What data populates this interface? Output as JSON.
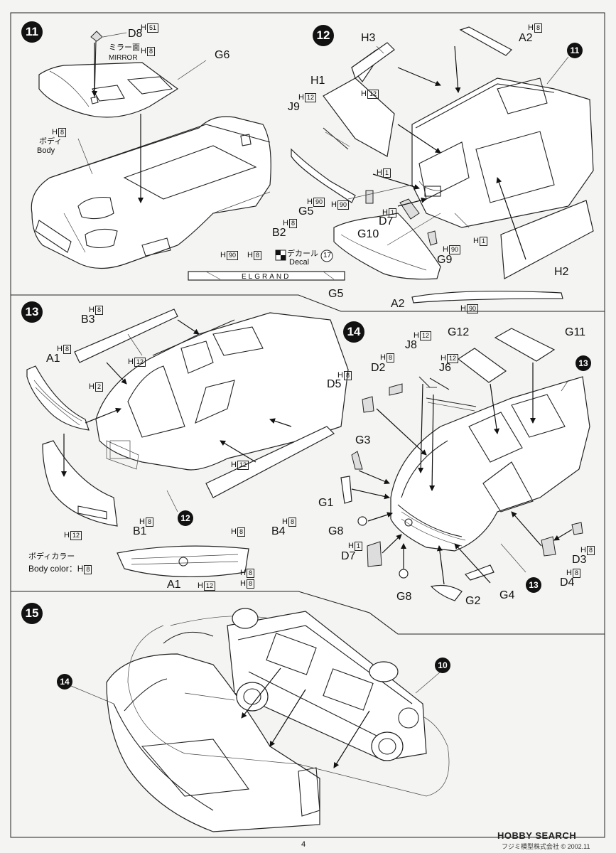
{
  "page_number": "4",
  "watermark": "HOBBY SEARCH",
  "copyright": "フジミ模型株式会社 © 2002.11",
  "steps": {
    "s11": "11",
    "s12": "12",
    "s13": "13",
    "s14": "14",
    "s15": "15"
  },
  "refs": {
    "r11": "11",
    "r12": "12",
    "r13a": "13",
    "r13b": "13",
    "r10": "10",
    "r14": "14"
  },
  "labels": {
    "D8": "D8",
    "mirror_jp": "ミラー面",
    "mirror_en": "MIRROR",
    "G6": "G6",
    "body_jp": "ボディ",
    "body_en": "Body",
    "H3": "H3",
    "A2_top": "A2",
    "H1": "H1",
    "J9": "J9",
    "G5_a": "G5",
    "G10": "G10",
    "D7_a": "D7",
    "B2": "B2",
    "G9": "G9",
    "H2": "H2",
    "decal_jp": "デカール",
    "decal_en": "Decal",
    "decal_num": "17",
    "elgrand": "ELGRAND",
    "G5_b": "G5",
    "A2_bottom": "A2",
    "B3": "B3",
    "A1_a": "A1",
    "B1": "B1",
    "B4": "B4",
    "bodycolor_jp": "ボディカラー",
    "bodycolor_en": "Body color：H",
    "bodycolor_box": "8",
    "A1_b": "A1",
    "J8": "J8",
    "G12": "G12",
    "G11": "G11",
    "D2": "D2",
    "J6": "J6",
    "D5": "D5",
    "G3": "G3",
    "G1": "G1",
    "G8_a": "G8",
    "D7_b": "D7",
    "G8_b": "G8",
    "G2": "G2",
    "G4": "G4",
    "D3": "D3",
    "D4": "D4"
  },
  "hcodes": {
    "h51": "51",
    "h8_mirror": "8",
    "h8_body": "8",
    "h8_A2": "8",
    "h12_H1": "12",
    "h12_J9": "12",
    "h1_a": "1",
    "h90_G5": "90",
    "h90_G10": "90",
    "h1_D7": "1",
    "h8_B2": "8",
    "h90_G9": "90",
    "h1_b": "1",
    "h90_decal": "90",
    "h8_decal": "8",
    "h90_A2": "90",
    "h8_B3": "8",
    "h8_A1": "8",
    "h12_hood": "12",
    "h2": "2",
    "h12_side": "12",
    "h8_B1": "8",
    "h12_B1": "12",
    "h8_B4": "8",
    "h8_A1b_1": "8",
    "h8_A1b_2": "8",
    "h8_A1b_3": "8",
    "h12_A1b": "12",
    "h12_J8": "12",
    "h8_D2": "8",
    "h12_J6": "12",
    "h8_D5": "8",
    "h1_D7b": "1",
    "h8_D3": "8",
    "h8_D4": "8"
  },
  "icons": [
    "decal-icon",
    "arrow-icon"
  ]
}
